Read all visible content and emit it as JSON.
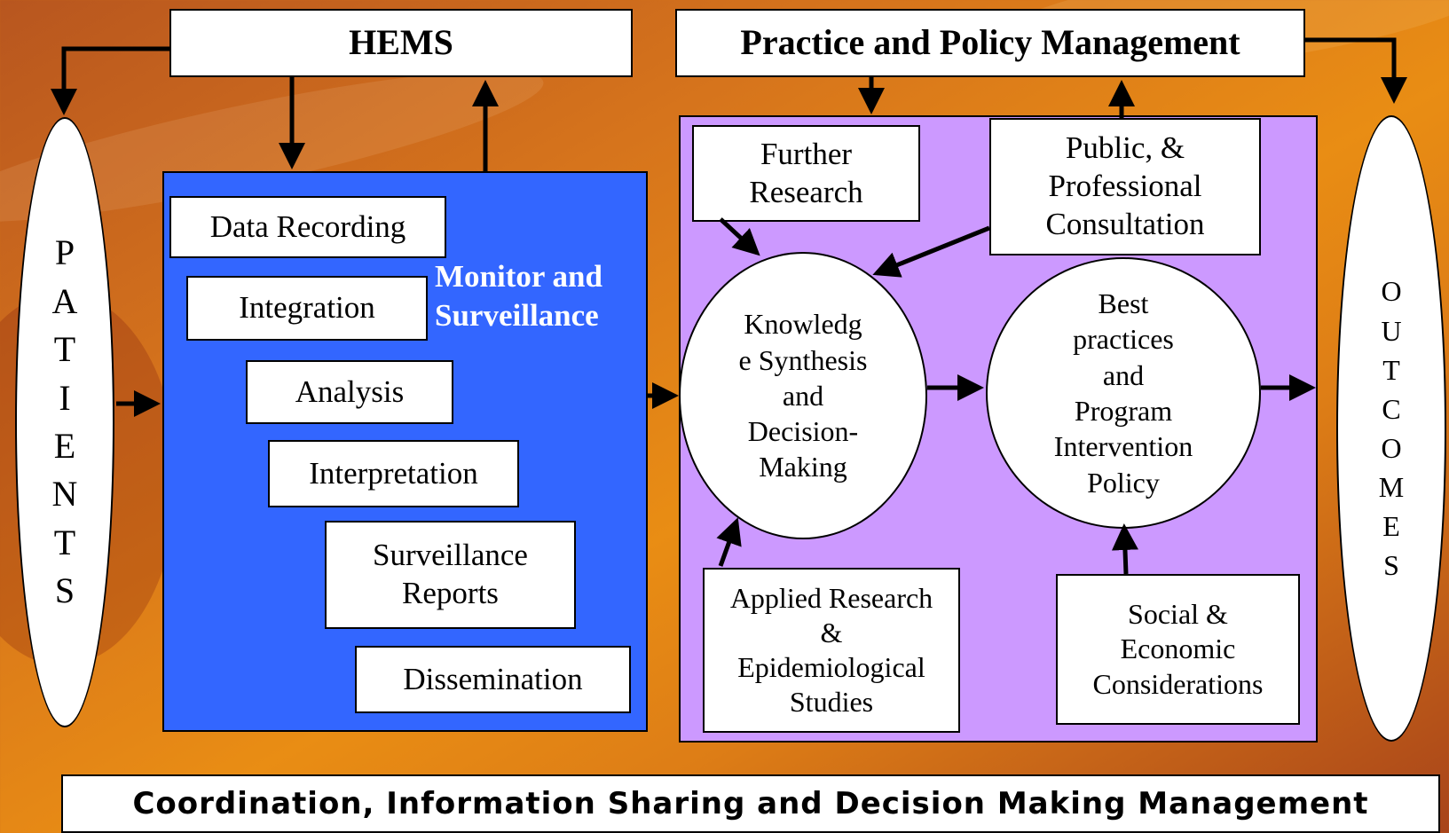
{
  "hems": "HEMS",
  "practice_policy": "Practice and Policy Management",
  "patients": "P\nA\nT\nI\nE\nN\nT\nS",
  "outcomes": "O\nU\nT\nC\nO\nM\nE\nS",
  "monitor_label": "Monitor and\nSurveillance",
  "monitor_steps": {
    "data_recording": "Data Recording",
    "integration": "Integration",
    "analysis": "Analysis",
    "interpretation": "Interpretation",
    "surveillance_reports": "Surveillance\nReports",
    "dissemination": "Dissemination"
  },
  "policy_boxes": {
    "further_research": "Further\nResearch",
    "public_consultation": "Public, &\nProfessional\nConsultation",
    "applied_research": "Applied Research\n&\nEpidemiological\nStudies",
    "social_economic": "Social &\nEconomic\nConsiderations"
  },
  "circles": {
    "knowledge_synthesis": "Knowledg\ne Synthesis\nand\nDecision-\nMaking",
    "best_practices": "Best\npractices\nand\nProgram\nIntervention\nPolicy"
  },
  "coordination": "Coordination, Information Sharing and Decision Making Management",
  "colors": {
    "background": "#d6741c",
    "monitor_panel": "#3366ff",
    "policy_panel": "#cc99ff",
    "box": "#ffffff",
    "line": "#000000"
  }
}
